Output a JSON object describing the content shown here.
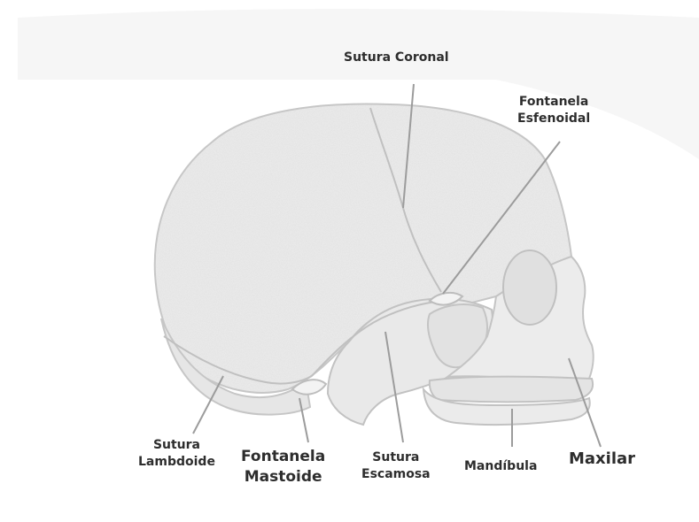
{
  "labels": {
    "sutura_coronal": "Sutura Coronal",
    "fontanela_esfenoidal": [
      "Fontanela",
      "Esfenoidal"
    ],
    "sutura_lambdoide": [
      "Sutura",
      "Lambdoide"
    ],
    "fontanela_mastoide": [
      "Fontanela",
      "Mastoide"
    ],
    "sutura_escamosa": [
      "Sutura",
      "Escamosa"
    ],
    "mandibula": "Mandíbula",
    "maxilar": "Maxilar"
  },
  "colors": {
    "bone_fill": "#ececec",
    "bone_line": "#c4c4c4",
    "leader_line": "#9c9c9c",
    "label_text": "#2d2d2d"
  }
}
